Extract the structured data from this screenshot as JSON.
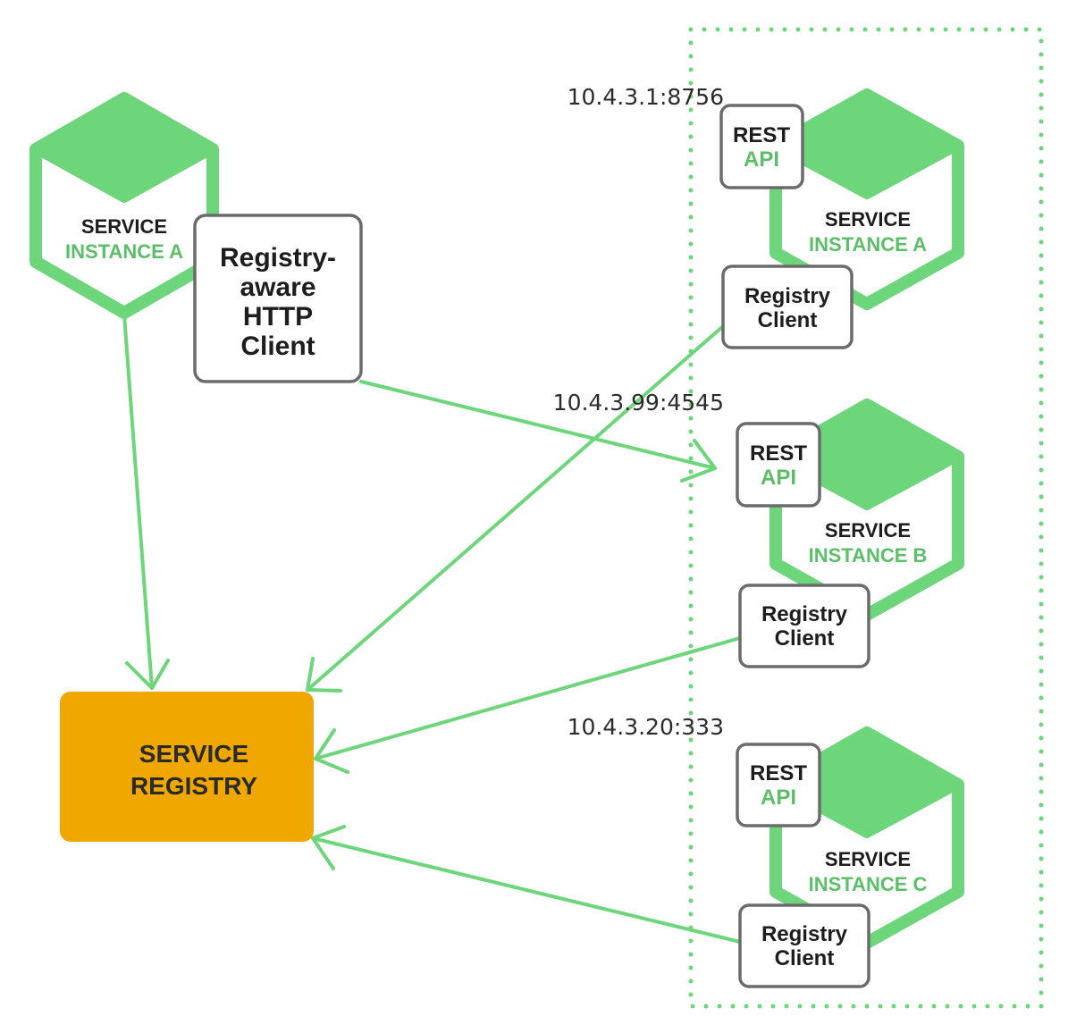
{
  "colors": {
    "green": "#6dd57a",
    "green_text": "#5cbe68",
    "registry_fill": "#f0a800",
    "box_border": "#6b6b6b",
    "text_dark": "#1d1d1d"
  },
  "client_service": {
    "title": "SERVICE",
    "subtitle": "INSTANCE A",
    "http_client_lines": [
      "Registry-",
      "aware",
      "HTTP",
      "Client"
    ]
  },
  "registry": {
    "lines": [
      "SERVICE",
      "REGISTRY"
    ]
  },
  "instances": [
    {
      "ip": "10.4.3.1:8756",
      "title": "SERVICE",
      "subtitle": "INSTANCE A",
      "api_lines": [
        "REST",
        "API"
      ],
      "client_lines": [
        "Registry",
        "Client"
      ]
    },
    {
      "ip": "10.4.3.99:4545",
      "title": "SERVICE",
      "subtitle": "INSTANCE B",
      "api_lines": [
        "REST",
        "API"
      ],
      "client_lines": [
        "Registry",
        "Client"
      ]
    },
    {
      "ip": "10.4.3.20:333",
      "title": "SERVICE",
      "subtitle": "INSTANCE C",
      "api_lines": [
        "REST",
        "API"
      ],
      "client_lines": [
        "Registry",
        "Client"
      ]
    }
  ]
}
